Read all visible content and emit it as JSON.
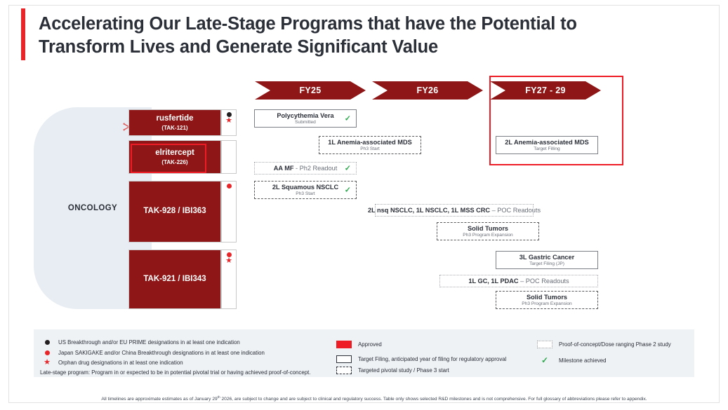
{
  "title": "Accelerating Our Late-Stage Programs that have the Potential to Transform Lives and Generate Significant Value",
  "category": {
    "label": "ONCOLOGY",
    "icon": "snowflake-icon"
  },
  "drugs": [
    {
      "name": "rusfertide",
      "code": "(TAK-121)",
      "badges": [
        "black-dot",
        "red-star"
      ]
    },
    {
      "name": "elritercept",
      "code": "(TAK-226)",
      "badges": [],
      "highlighted": true
    },
    {
      "name": "TAK-928 / IBI363",
      "code": "",
      "badges": [
        "red-dot"
      ]
    },
    {
      "name": "TAK-921 / IBI343",
      "code": "",
      "badges": [
        "red-dot",
        "red-star"
      ]
    }
  ],
  "timeline_headers": [
    {
      "label": "FY25"
    },
    {
      "label": "FY26"
    },
    {
      "label": "FY27 - 29",
      "highlighted": true
    }
  ],
  "milestones": [
    {
      "title": "Polycythemia Vera",
      "subtitle": "Submitted",
      "style": "solid",
      "check": true
    },
    {
      "title": "1L Anemia-associated MDS",
      "subtitle": "Ph3 Start",
      "style": "dashed",
      "check": false
    },
    {
      "title": "2L Anemia-associated MDS",
      "subtitle": "Target Filling",
      "style": "solid",
      "check": false
    },
    {
      "title": "AA MF",
      "title_light": " - Ph2 Readout",
      "subtitle": "",
      "style": "dotted",
      "check": true
    },
    {
      "title": "2L Squamous NSCLC",
      "subtitle": "Ph3 Start",
      "style": "dashed",
      "check": true
    },
    {
      "title": "2L nsq NSCLC, 1L NSCLC, 1L MSS CRC",
      "title_light": " – POC Readouts",
      "subtitle": "",
      "style": "dotted",
      "check": false
    },
    {
      "title": "Solid Tumors",
      "subtitle": "Ph3 Program Expansion",
      "style": "dashed",
      "check": false
    },
    {
      "title": "3L Gastric Cancer",
      "subtitle": "Target Filing (JP)",
      "style": "solid",
      "check": false
    },
    {
      "title": "1L GC, 1L PDAC",
      "title_light": " – POC Readouts",
      "subtitle": "",
      "style": "dotted",
      "check": false
    },
    {
      "title": "Solid Tumors",
      "subtitle": "Ph3 Program Expansion",
      "style": "dashed",
      "check": false
    }
  ],
  "legend": {
    "designations": [
      {
        "marker": "black-dot",
        "text": "US Breakthrough and/or EU PRIME designations in at least one indication"
      },
      {
        "marker": "red-dot",
        "text": "Japan SAKIGAKE and/or China Breakthrough designations in at least one indication"
      },
      {
        "marker": "red-star",
        "text": "Orphan drug designations in at least one indication"
      }
    ],
    "late_stage_note": "Late-stage program: Program in or expected to be in potential pivotal trial or having achieved proof-of-concept.",
    "middle": [
      {
        "swatch": "red-fill",
        "text": "Approved"
      },
      {
        "swatch": "solid-box",
        "text": "Target Filing, anticipated year of filing for regulatory approval"
      },
      {
        "swatch": "dashed-box",
        "text": "Targeted pivotal study / Phase 3 start"
      }
    ],
    "right": [
      {
        "swatch": "dotted-box",
        "text": "Proof-of-concept/Dose ranging Phase 2 study"
      },
      {
        "swatch": "check-mark",
        "text": "Milestone achieved"
      }
    ]
  },
  "footnote_pre": "All timelines are approximate estimates as of January 29",
  "footnote_sup": "th",
  "footnote_post": " 2026, are subject to change and are subject to clinical and regulatory success. Table only shows selected R&D milestones and is not comprehensive. For full glossary of abbreviations please refer to appendix.",
  "colors": {
    "dark_red": "#8e1616",
    "bright_red": "#ee1c25",
    "panel": "#e7edf2",
    "legend_bg": "#eef2f5",
    "check_green": "#2fa84f"
  }
}
